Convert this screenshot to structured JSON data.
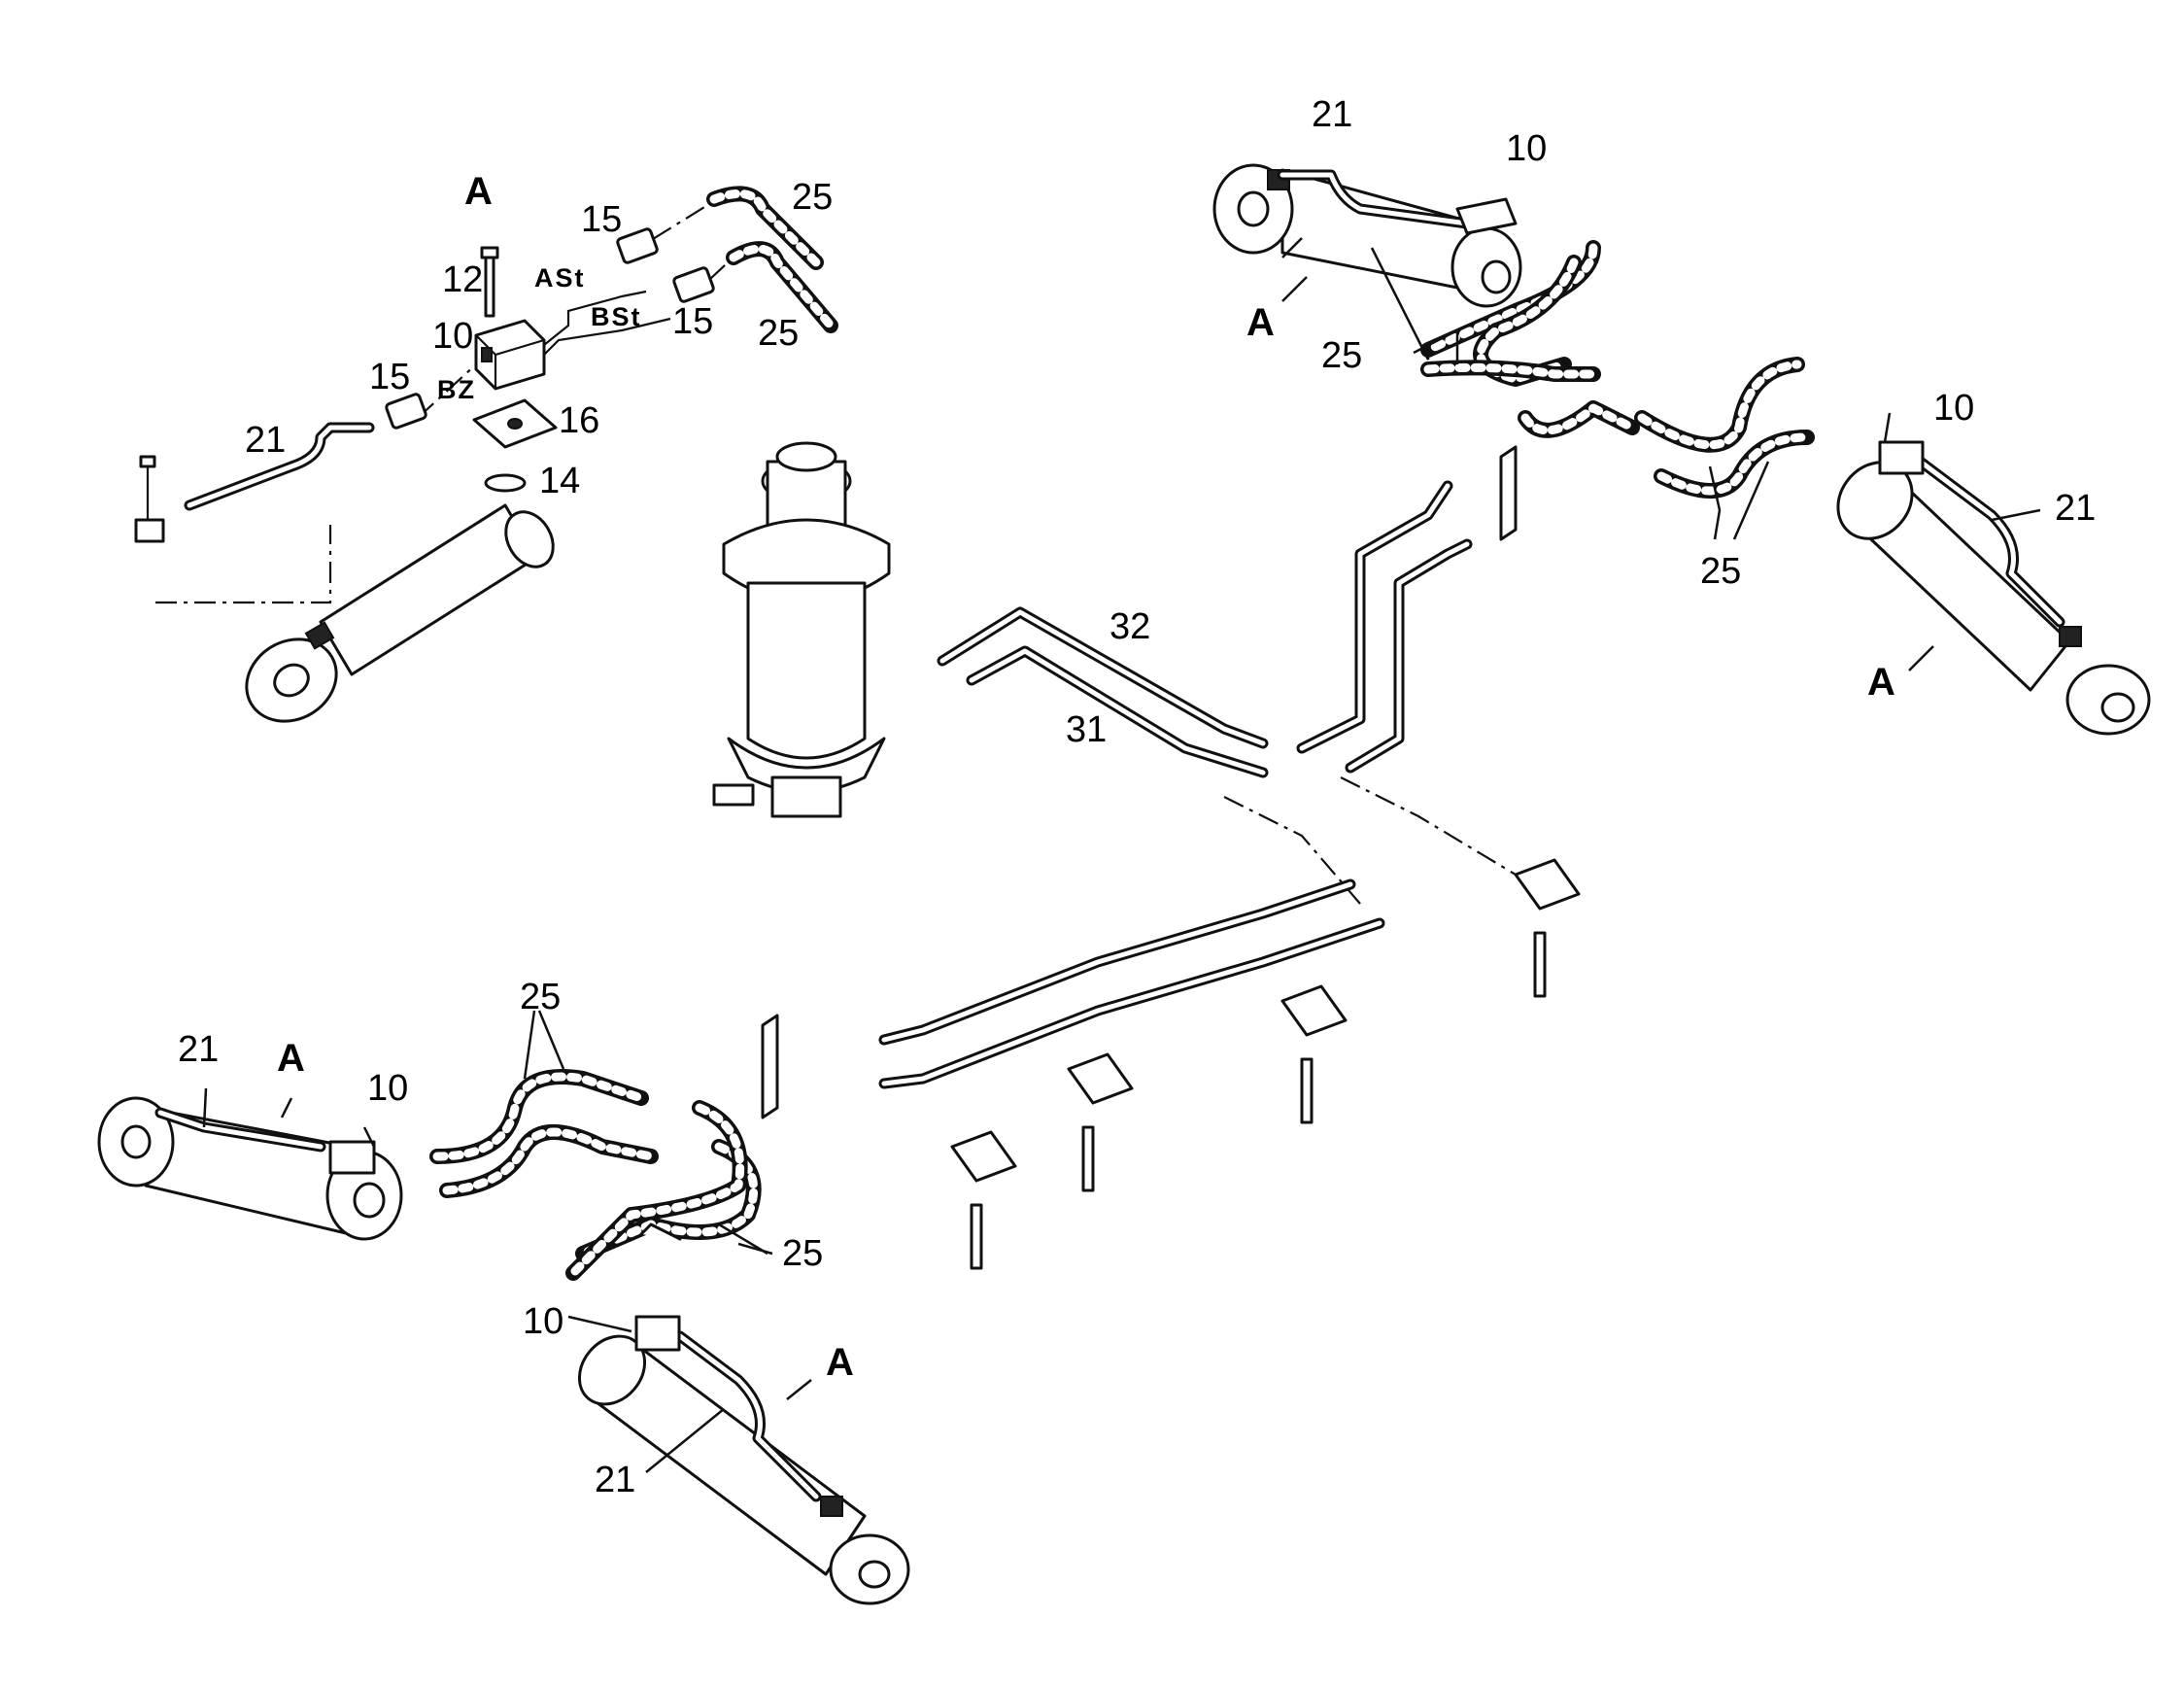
{
  "callouts": {
    "detail_view": "A",
    "detail_part_12": "12",
    "detail_part_10": "10",
    "detail_part_15_left": "15",
    "detail_part_15_ast": "15",
    "detail_part_15_bst": "15",
    "detail_part_25_top": "25",
    "detail_part_25_bottom": "25",
    "detail_part_16": "16",
    "detail_part_14": "14",
    "detail_part_21": "21",
    "port_ast": "ASt",
    "port_bst": "BSt",
    "port_bz": "BZ",
    "tr_part_21": "21",
    "tr_part_10": "10",
    "tr_view_a": "A",
    "tr_part_25": "25",
    "r_part_10": "10",
    "r_part_21": "21",
    "r_part_25": "25",
    "r_view_a": "A",
    "pipe_32": "32",
    "pipe_31": "31",
    "bl_part_25": "25",
    "bl_part_21": "21",
    "bl_view_a": "A",
    "bl_part_10": "10",
    "bc_part_25": "25",
    "bc_part_10": "10",
    "bc_view_a": "A",
    "bc_part_21": "21"
  }
}
